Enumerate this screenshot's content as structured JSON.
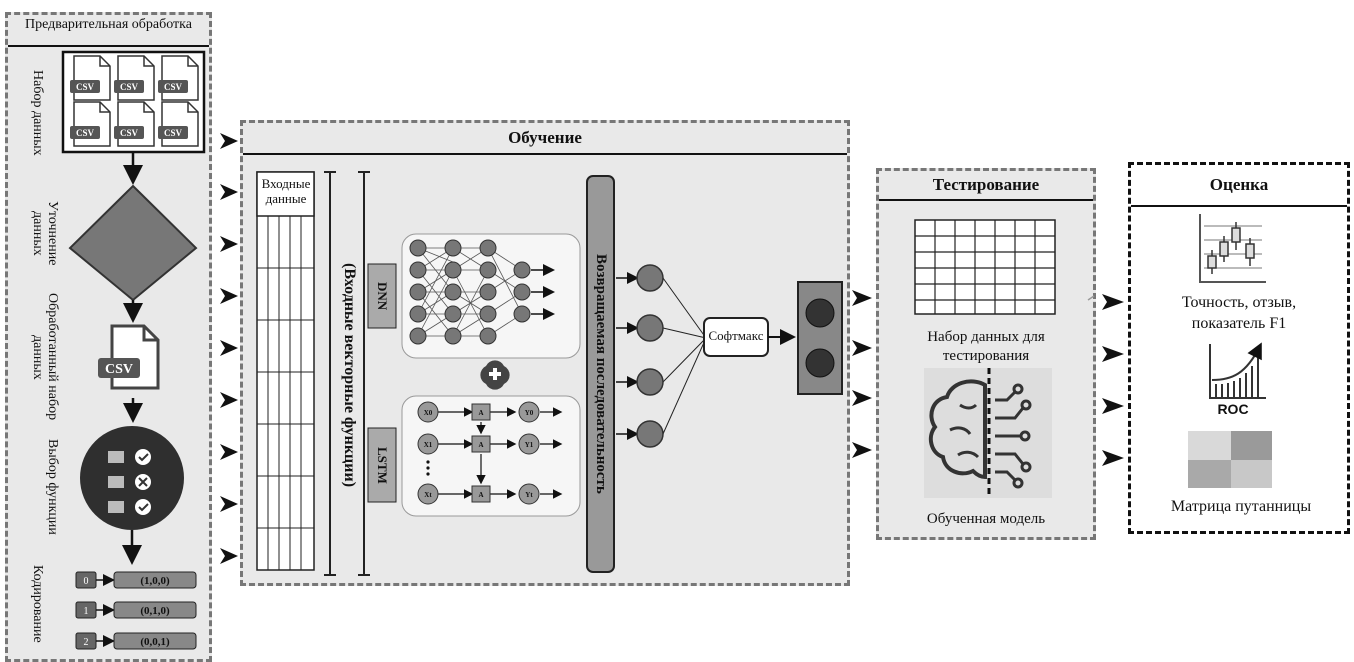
{
  "preprocessing": {
    "title": "Предварительная обработка",
    "steps": [
      "Набор данных",
      "Уточнение данных",
      "Обработанный набор данных",
      "Выбор функции",
      "Кодирование"
    ],
    "csv_label": "CSV",
    "encoding": [
      {
        "index": "0",
        "vector": "(1,0,0)"
      },
      {
        "index": "1",
        "vector": "(0,1,0)"
      },
      {
        "index": "2",
        "vector": "(0,0,1)"
      }
    ]
  },
  "training": {
    "title": "Обучение",
    "input_data": "Входные данные",
    "feature_vectors": "(Входные векторные функции)",
    "dnn": "DNN",
    "lstm": "LSTM",
    "lstm_nodes": {
      "x": [
        "X0",
        "X1",
        "Xt"
      ],
      "a": [
        "A",
        "A",
        "A"
      ],
      "y": [
        "Y0",
        "Y1",
        "Yt"
      ]
    },
    "returned_sequence": "Возвращаемая последовательность",
    "softmax": "Софтмакс"
  },
  "testing": {
    "title": "Тестирование",
    "dataset": "Набор данных для тестирования",
    "model": "Обученная модель"
  },
  "evaluation": {
    "title": "Оценка",
    "metrics": "Точность, отзыв, показатель F1",
    "roc": "ROC",
    "confusion": "Матрица путанницы"
  }
}
